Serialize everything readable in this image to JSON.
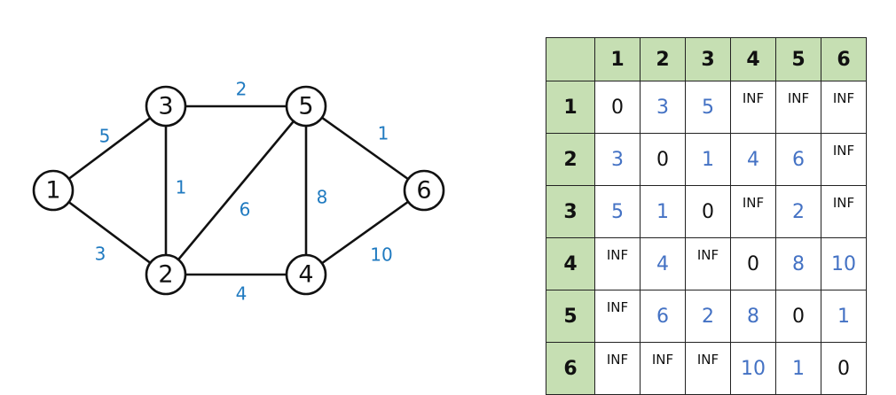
{
  "colors": {
    "header_fill": "#c6dfb3",
    "weight_text": "#1f7ac0",
    "matrix_value": "#4472c4",
    "ink": "#111111"
  },
  "graph": {
    "nodes": [
      {
        "id": "1",
        "label": "1"
      },
      {
        "id": "2",
        "label": "2"
      },
      {
        "id": "3",
        "label": "3"
      },
      {
        "id": "4",
        "label": "4"
      },
      {
        "id": "5",
        "label": "5"
      },
      {
        "id": "6",
        "label": "6"
      }
    ],
    "edges": [
      {
        "from": "1",
        "to": "3",
        "weight": "5"
      },
      {
        "from": "1",
        "to": "2",
        "weight": "3"
      },
      {
        "from": "3",
        "to": "5",
        "weight": "2"
      },
      {
        "from": "3",
        "to": "2",
        "weight": "1"
      },
      {
        "from": "2",
        "to": "5",
        "weight": "6"
      },
      {
        "from": "2",
        "to": "4",
        "weight": "4"
      },
      {
        "from": "5",
        "to": "4",
        "weight": "8"
      },
      {
        "from": "5",
        "to": "6",
        "weight": "1"
      },
      {
        "from": "4",
        "to": "6",
        "weight": "10"
      }
    ]
  },
  "matrix": {
    "headers": [
      "1",
      "2",
      "3",
      "4",
      "5",
      "6"
    ],
    "rows": [
      {
        "label": "1",
        "cells": [
          "0",
          "3",
          "5",
          "INF",
          "INF",
          "INF"
        ]
      },
      {
        "label": "2",
        "cells": [
          "3",
          "0",
          "1",
          "4",
          "6",
          "INF"
        ]
      },
      {
        "label": "3",
        "cells": [
          "5",
          "1",
          "0",
          "INF",
          "2",
          "INF"
        ]
      },
      {
        "label": "4",
        "cells": [
          "INF",
          "4",
          "INF",
          "0",
          "8",
          "10"
        ]
      },
      {
        "label": "5",
        "cells": [
          "INF",
          "6",
          "2",
          "8",
          "0",
          "1"
        ]
      },
      {
        "label": "6",
        "cells": [
          "INF",
          "INF",
          "INF",
          "10",
          "1",
          "0"
        ]
      }
    ]
  }
}
